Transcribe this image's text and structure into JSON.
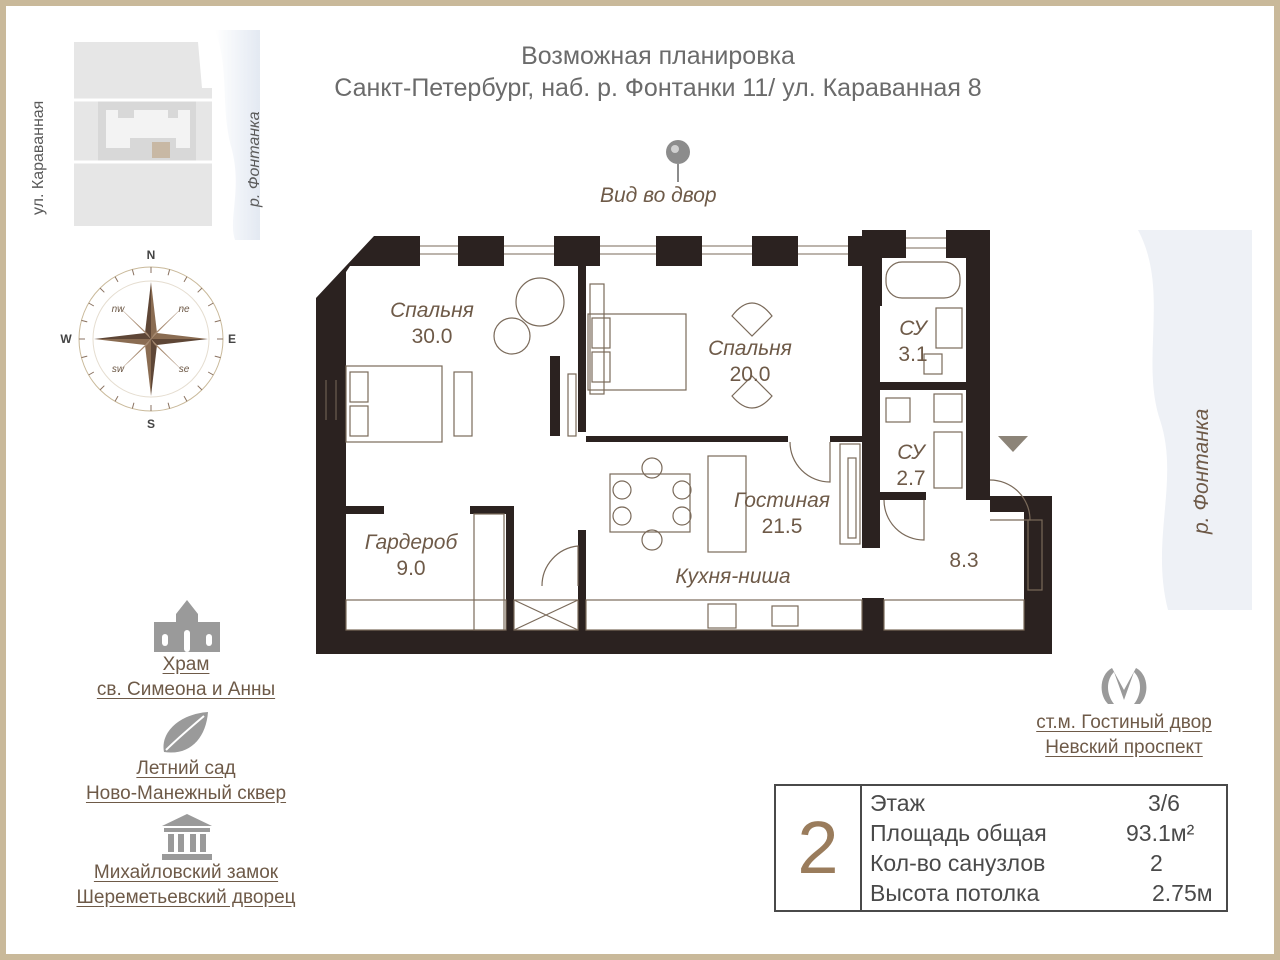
{
  "header": {
    "line1": "Возможная планировка",
    "line2": "Санкт-Петербург, наб. р. Фонтанки 11/ ул. Караванная 8"
  },
  "map": {
    "street_left": "ул. Караванная",
    "street_right": "р. Фонтанка"
  },
  "compass": {
    "n": "N",
    "e": "E",
    "s": "S",
    "w": "W",
    "ne": "ne",
    "nw": "nw",
    "se": "se",
    "sw": "sw"
  },
  "plan": {
    "view_label": "Вид во двор",
    "river_label": "р. Фонтанка",
    "rooms": [
      {
        "name": "Спальня",
        "area": "30.0"
      },
      {
        "name": "Спальня",
        "area": "20.0"
      },
      {
        "name": "СУ",
        "area": "3.1"
      },
      {
        "name": "СУ",
        "area": "2.7"
      },
      {
        "name": "Гостиная",
        "area": "21.5"
      },
      {
        "name": "Гардероб",
        "area": "9.0"
      },
      {
        "name": "Кухня-ниша",
        "area": ""
      },
      {
        "name": "",
        "area": "8.3"
      }
    ]
  },
  "poi": {
    "church": {
      "line1": "Храм",
      "line2": "св. Симеона и Анны",
      "icon": "church-icon"
    },
    "garden": {
      "line1": "Летний сад",
      "line2": "Ново-Манежный сквер",
      "icon": "leaf-icon"
    },
    "castle": {
      "line1": "Михайловский замок",
      "line2": "Шереметьевский дворец",
      "icon": "columns-icon"
    },
    "metro": {
      "line1": "ст.м. Гостиный двор",
      "line2": "Невский проспект",
      "icon": "metro-icon"
    }
  },
  "info": {
    "rooms_count": "2",
    "rows": [
      {
        "label": "Этаж",
        "value": "3/6"
      },
      {
        "label": "Площадь общая",
        "value": "93.1м²"
      },
      {
        "label": "Кол-во санузлов",
        "value": "2"
      },
      {
        "label": "Высота потолка",
        "value": "2.75м"
      }
    ]
  },
  "colors": {
    "wall": "#2b2220",
    "accent": "#6e5a48",
    "frame": "#c9b99a"
  }
}
